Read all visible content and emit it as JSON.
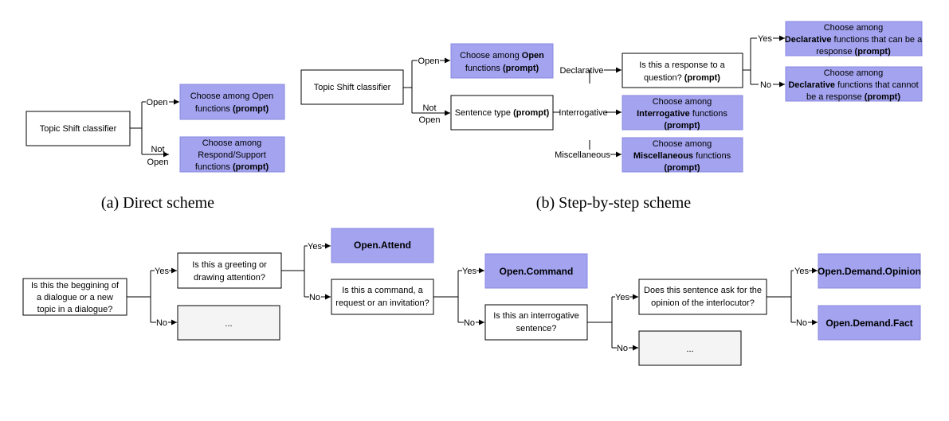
{
  "a": {
    "classifier": "Topic Shift classifier",
    "open_label": "Open",
    "not_open_label_1": "Not",
    "not_open_label_2": "Open",
    "open_box": {
      "l1": "Choose among Open",
      "l2": "functions ",
      "l2b": "(prompt)"
    },
    "notopen_box": {
      "l1": "Choose among",
      "l2": "Respond/Support",
      "l3": "functions ",
      "l3b": "(prompt)"
    },
    "caption": "(a) Direct scheme"
  },
  "b": {
    "classifier": "Topic Shift classifier",
    "open_label": "Open",
    "not_open_label_1": "Not",
    "not_open_label_2": "Open",
    "open_box": {
      "l1a": "Choose among ",
      "l1b": "Open",
      "l2": "functions ",
      "l2b": "(prompt)"
    },
    "sentence_type": {
      "a": "Sentence type ",
      "b": "(prompt)"
    },
    "declarative_label": "Declarative",
    "interrogative_label": "Interrogative",
    "misc_label": "Miscellaneous",
    "response_question": {
      "l1": "Is this a response to a",
      "l2": "question? ",
      "l2b": "(prompt)"
    },
    "yes_label": "Yes",
    "no_label": "No",
    "decl_yes": {
      "l1": "Choose among",
      "l2b": "Declarative",
      "l2": " functions that can be a",
      "l3": "response ",
      "l3b": "(prompt)"
    },
    "decl_no": {
      "l1": "Choose among",
      "l2b": "Declarative",
      "l2": " functions that cannot",
      "l3": "be a response ",
      "l3b": "(prompt)"
    },
    "interrog_box": {
      "l1": "Choose among",
      "l2b": "Interrogative",
      "l2": " functions",
      "l3b": "(prompt)"
    },
    "misc_box": {
      "l1": "Choose among",
      "l2b": "Miscellaneous",
      "l2": " functions",
      "l3b": "(prompt)"
    },
    "caption": "(b) Step-by-step scheme"
  },
  "c": {
    "q1": {
      "l1": "Is this the beggining of",
      "l2": "a dialogue or a new",
      "l3": "topic in a dialogue?"
    },
    "q2": {
      "l1": "Is this a greeting or",
      "l2": "drawing attention?"
    },
    "q3": {
      "l1": "Is this a command, a",
      "l2": "request or an invitation?"
    },
    "q4": {
      "l1": "Is this an interrogative",
      "l2": "sentence?"
    },
    "q5": {
      "l1": "Does this sentence ask for the",
      "l2": "opinion of the interlocutor?"
    },
    "open_attend": "Open.Attend",
    "open_command": "Open.Command",
    "open_demand_opinion": "Open.Demand.Opinion",
    "open_demand_fact": "Open.Demand.Fact",
    "ellipsis": "...",
    "yes_label": "Yes",
    "no_label": "No"
  }
}
